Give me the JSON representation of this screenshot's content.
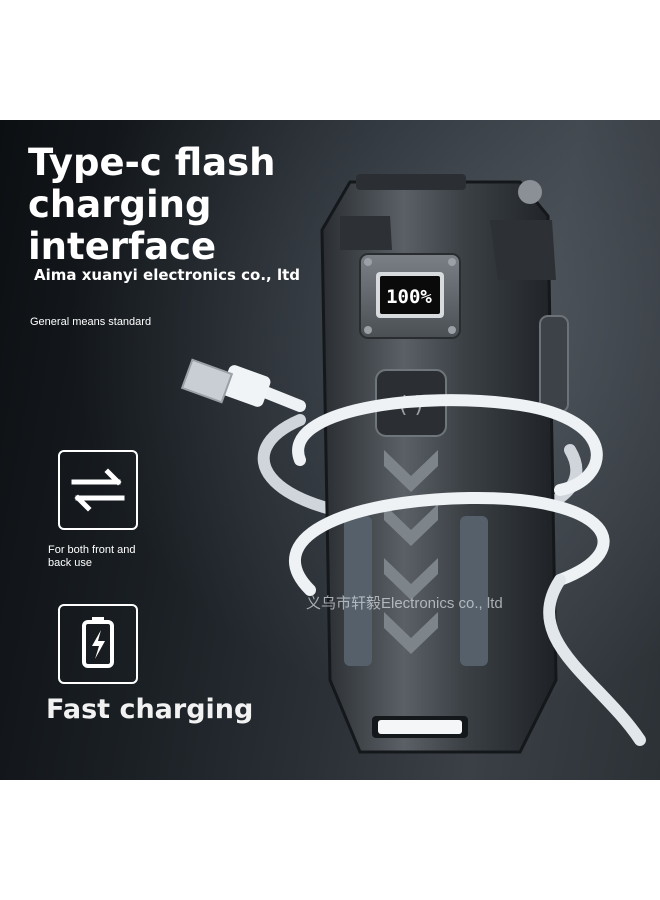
{
  "headline": {
    "line1": "Type-c flash",
    "line2": "charging",
    "line3": "interface"
  },
  "company_text": "Aima xuanyi electronics co., ltd",
  "standard_text": "General means standard",
  "features": [
    {
      "icon": "swap-arrows-icon",
      "caption_line1": "For both front and",
      "caption_line2": "back use"
    },
    {
      "icon": "battery-charging-icon",
      "label": "Fast charging"
    }
  ],
  "display_reading": "100%",
  "watermark": "义乌市轩毅Electronics co., ltd",
  "colors": {
    "background_dark": "#14181c",
    "text": "#ffffff",
    "cable": "#e8edf0",
    "device_body": "#3a3f44",
    "lcd_screen": "#0a0a0a"
  }
}
